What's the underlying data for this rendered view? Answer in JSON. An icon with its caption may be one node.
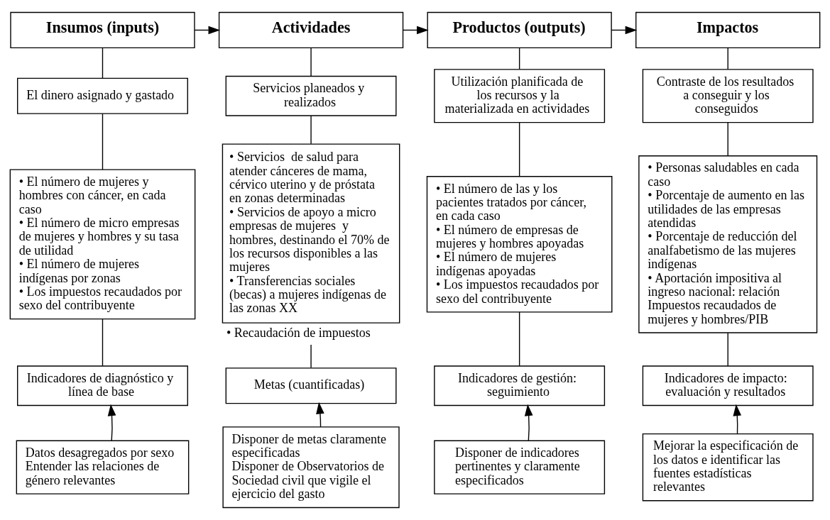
{
  "diagram": {
    "nodes": [
      {
        "text": [
          "Insumos (inputs)"
        ]
      },
      {
        "text": [
          "El dinero asignado y gastado"
        ]
      },
      {
        "text": [
          "• El número de mujeres y hombres con cáncer, en cada caso",
          "• El número de micro empresas de mujeres y hombres y su tasa de utilidad",
          "• El número de mujeres indígenas por zonas",
          "• Los impuestos recaudados por sexo del contribuyente"
        ]
      },
      {
        "text": [
          "Indicadores de diagnóstico y línea de base"
        ]
      },
      {
        "text": [
          "Datos desagregados por sexo",
          "Entender las relaciones de género relevantes"
        ]
      },
      {
        "text": [
          "Actividades"
        ]
      },
      {
        "text": [
          "Servicios planeados y realizados"
        ]
      },
      {
        "text": [
          "• Servicios  de salud para atender cánceres de mama, cérvico uterino y de próstata en zonas determinadas",
          "• Servicios de apoyo a micro empresas de mujeres  y hombres, destinando el 70% de los recursos disponibles a las mujeres",
          "• Transferencias sociales (becas) a mujeres indígenas de las zonas XX"
        ],
        "beside": [
          "• Recaudación de impuestos"
        ]
      },
      {
        "text": [
          "Metas (cuantificadas)"
        ]
      },
      {
        "text": [
          "Disponer de metas claramente especificadas",
          "Disponer de Observatorios de Sociedad civil que vigile el ejercicio del gasto"
        ]
      },
      {
        "text": [
          "Productos (outputs)"
        ]
      },
      {
        "text": [
          "Utilización planificada de los recursos y la materializada en actividades"
        ]
      },
      {
        "text": [
          "• El número de las y los pacientes tratados por cáncer, en cada caso",
          "• El número de empresas de mujeres y hombres apoyadas",
          "• El número de mujeres indígenas apoyadas",
          "• Los impuestos recaudados por sexo del contribuyente"
        ]
      },
      {
        "text": [
          "Indicadores de gestión: seguimiento"
        ]
      },
      {
        "text": [
          "Disponer de indicadores pertinentes y claramente especificados"
        ]
      },
      {
        "text": [
          "Impactos"
        ]
      },
      {
        "text": [
          "Contraste de los resultados a conseguir y los conseguidos"
        ]
      },
      {
        "text": [
          "• Personas saludables en cada caso",
          "• Porcentaje de aumento en las utilidades de las empresas atendidas",
          "• Porcentaje de reducción del analfabetismo de las mujeres indígenas",
          "• Aportación impositiva al ingreso nacional: relación Impuestos recaudados de mujeres y hombres/PIB"
        ]
      },
      {
        "text": [
          "Indicadores de impacto: evaluación y resultados"
        ]
      },
      {
        "text": [
          "Mejorar la especificación de los datos e identificar las fuentes estadísticas relevantes"
        ]
      }
    ],
    "edges": [
      {
        "from": 0,
        "to": 5,
        "arrow": "to"
      },
      {
        "from": 5,
        "to": 10,
        "arrow": "to"
      },
      {
        "from": 10,
        "to": 15,
        "arrow": "to"
      },
      {
        "from": 0,
        "to": 1,
        "arrow": "none"
      },
      {
        "from": 1,
        "to": 2,
        "arrow": "none"
      },
      {
        "from": 2,
        "to": 3,
        "arrow": "none"
      },
      {
        "from": 4,
        "to": 3,
        "arrow": "to"
      },
      {
        "from": 5,
        "to": 6,
        "arrow": "none"
      },
      {
        "from": 6,
        "to": 7,
        "arrow": "none"
      },
      {
        "from": 7,
        "to": 8,
        "arrow": "none"
      },
      {
        "from": 9,
        "to": 8,
        "arrow": "to"
      },
      {
        "from": 10,
        "to": 11,
        "arrow": "none"
      },
      {
        "from": 11,
        "to": 12,
        "arrow": "none"
      },
      {
        "from": 12,
        "to": 13,
        "arrow": "none"
      },
      {
        "from": 14,
        "to": 13,
        "arrow": "to"
      },
      {
        "from": 15,
        "to": 16,
        "arrow": "none"
      },
      {
        "from": 16,
        "to": 17,
        "arrow": "none"
      },
      {
        "from": 17,
        "to": 18,
        "arrow": "none"
      },
      {
        "from": 19,
        "to": 18,
        "arrow": "to"
      }
    ]
  }
}
